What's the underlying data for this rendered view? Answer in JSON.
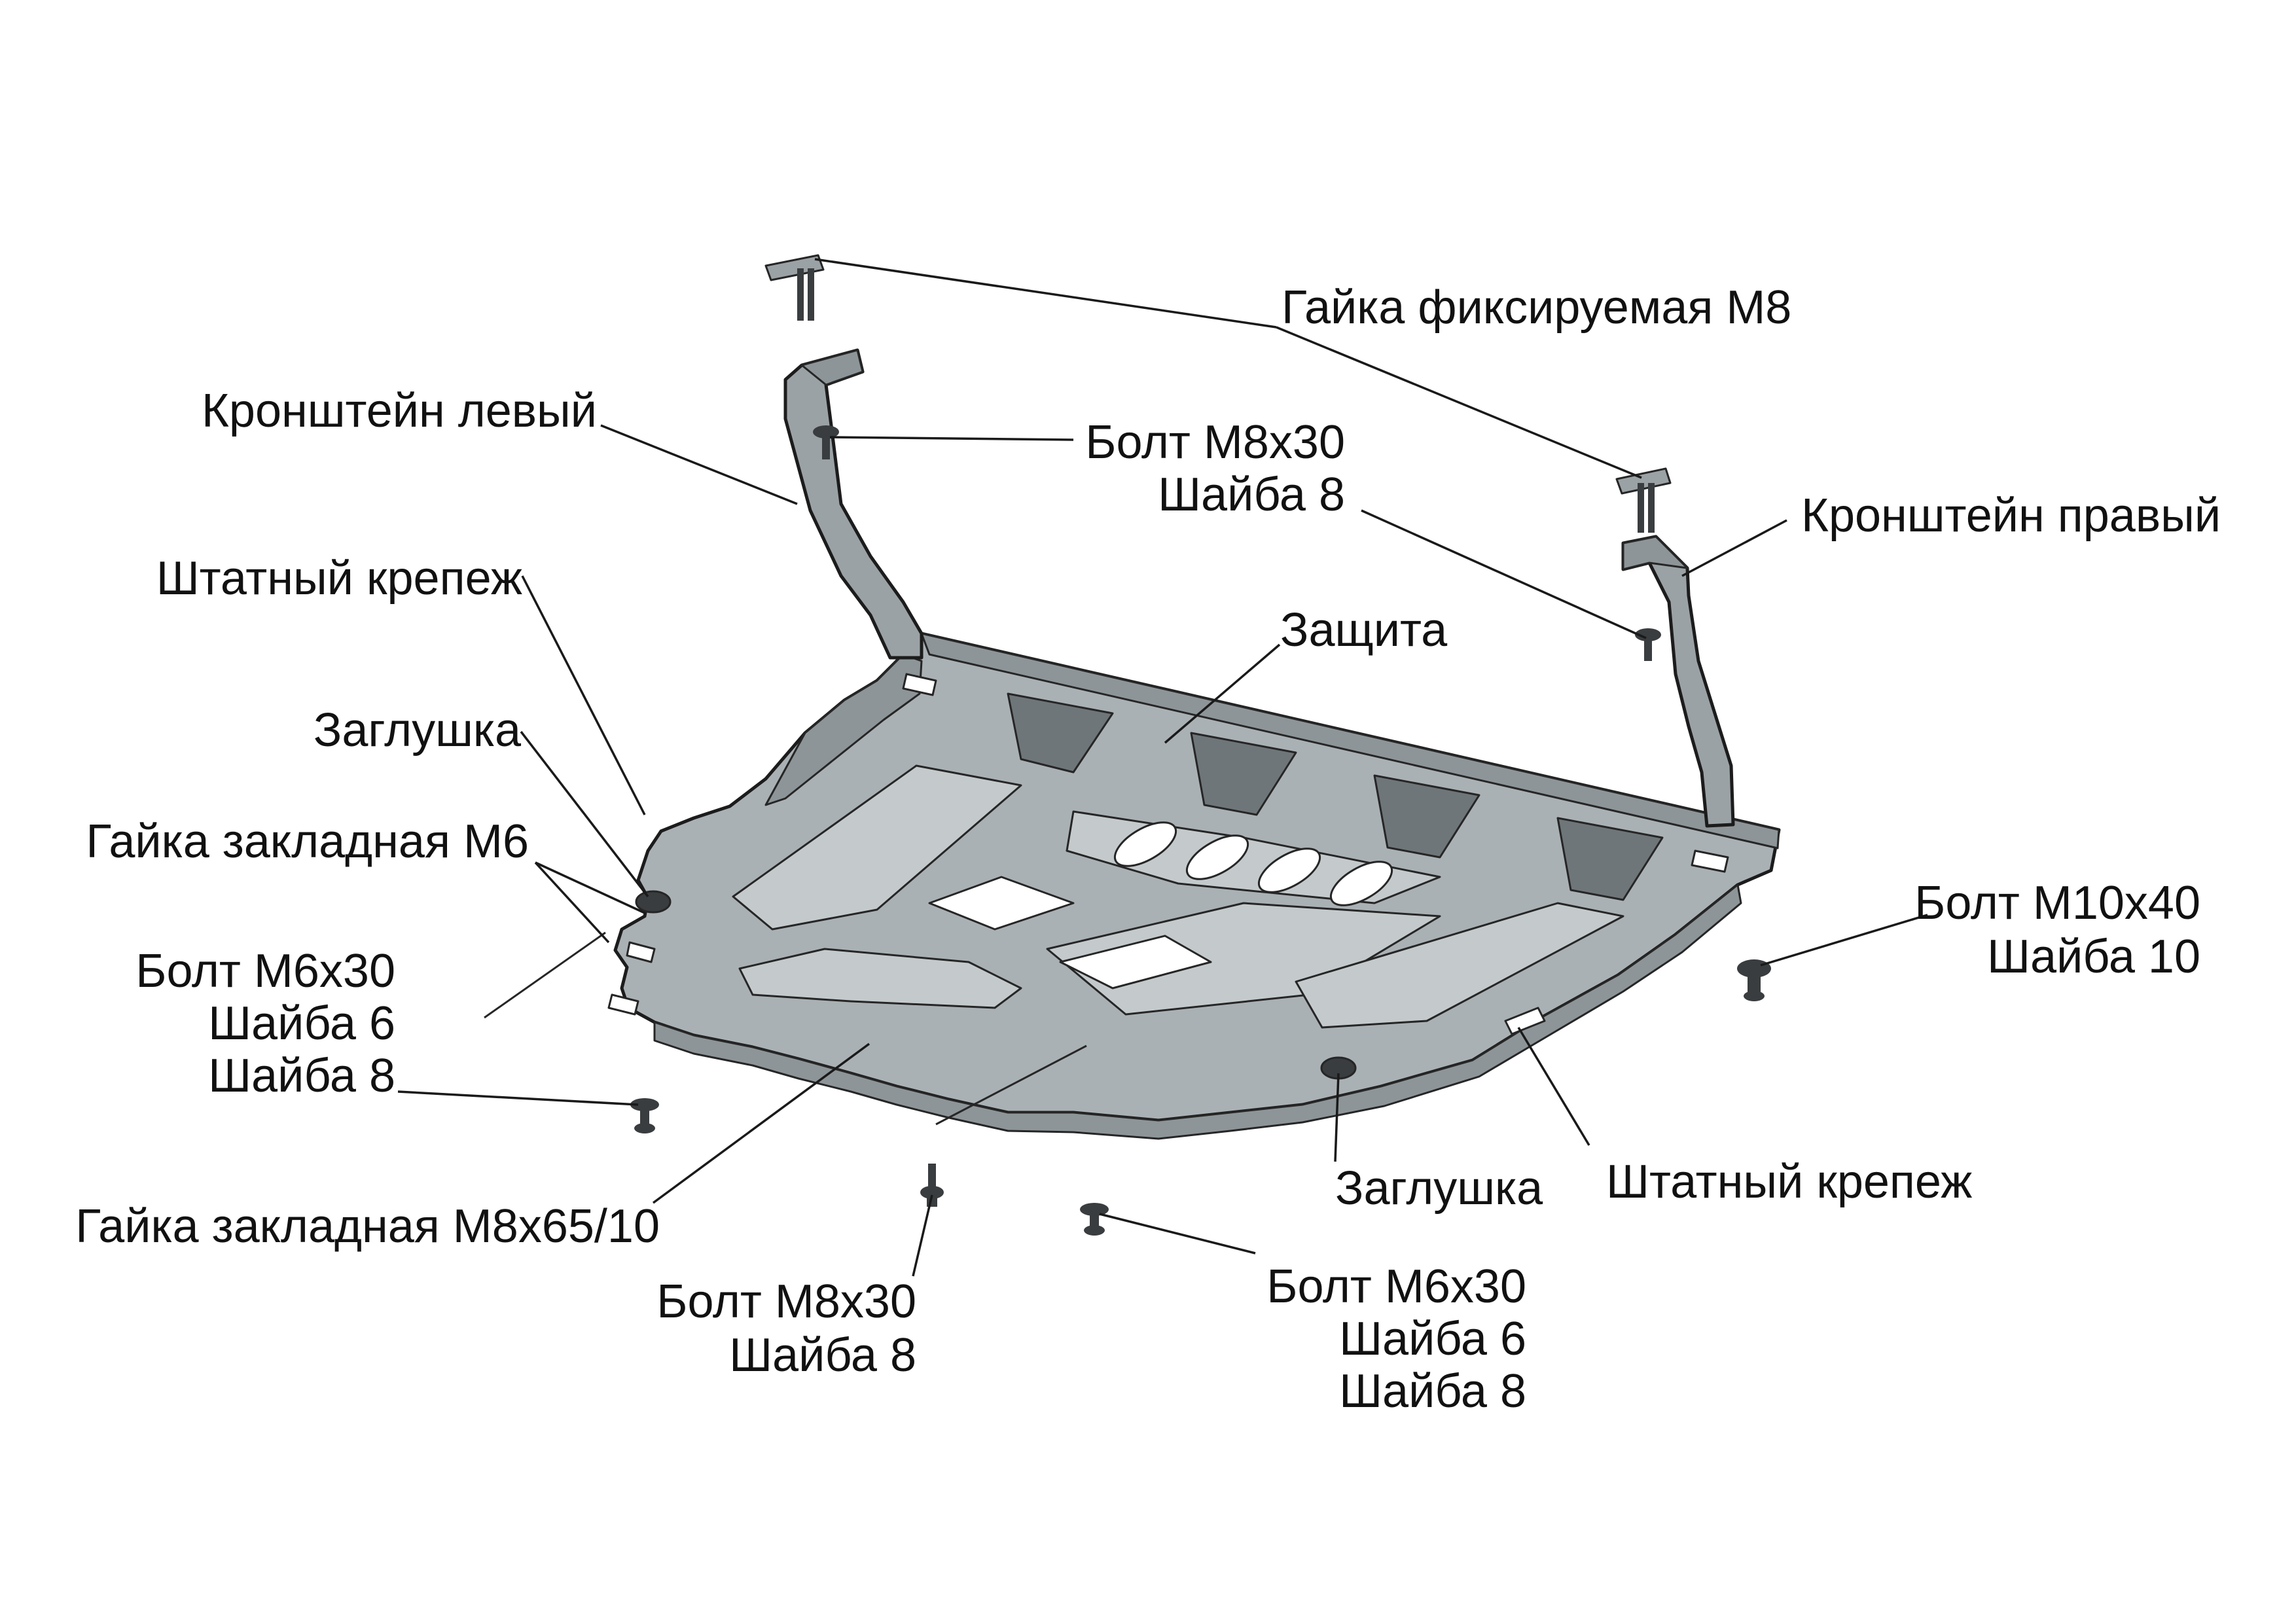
{
  "labels": {
    "gaika_fiksiruemaya": "Гайка фиксируемая М8",
    "kronshtein_levyi": "Кронштейн левый",
    "bolt_m8x30_top": "Болт М8х30",
    "shaiba_8_top": "Шайба 8",
    "kronshtein_pravyi": "Кронштейн правый",
    "shtatnyi_krepezh_left": "Штатный крепеж",
    "zashchita": "Защита",
    "zaglushka_left": "Заглушка",
    "gaika_zakladnaya_m6": "Гайка закладная М6",
    "bolt_m10x40": "Болт М10х40",
    "shaiba_10": "Шайба 10",
    "bolt_m6x30_left": "Болт М6х30",
    "shaiba_6_left": "Шайба 6",
    "shaiba_8_left": "Шайба 8",
    "zaglushka_bottom": "Заглушка",
    "shtatnyi_krepezh_bottom": "Штатный крепеж",
    "gaika_zakladnaya_m8x65": "Гайка закладная М8х65/10",
    "bolt_m8x30_bottom": "Болт М8х30",
    "shaiba_8_bottom": "Шайба 8",
    "bolt_m6x30_bottom": "Болт М6х30",
    "shaiba_6_bottom": "Шайба 6",
    "shaiba_8_bottom2": "Шайба 8"
  },
  "colors": {
    "plate": "#aab1b4",
    "outline": "#1c1c1c",
    "background": "#ffffff"
  }
}
